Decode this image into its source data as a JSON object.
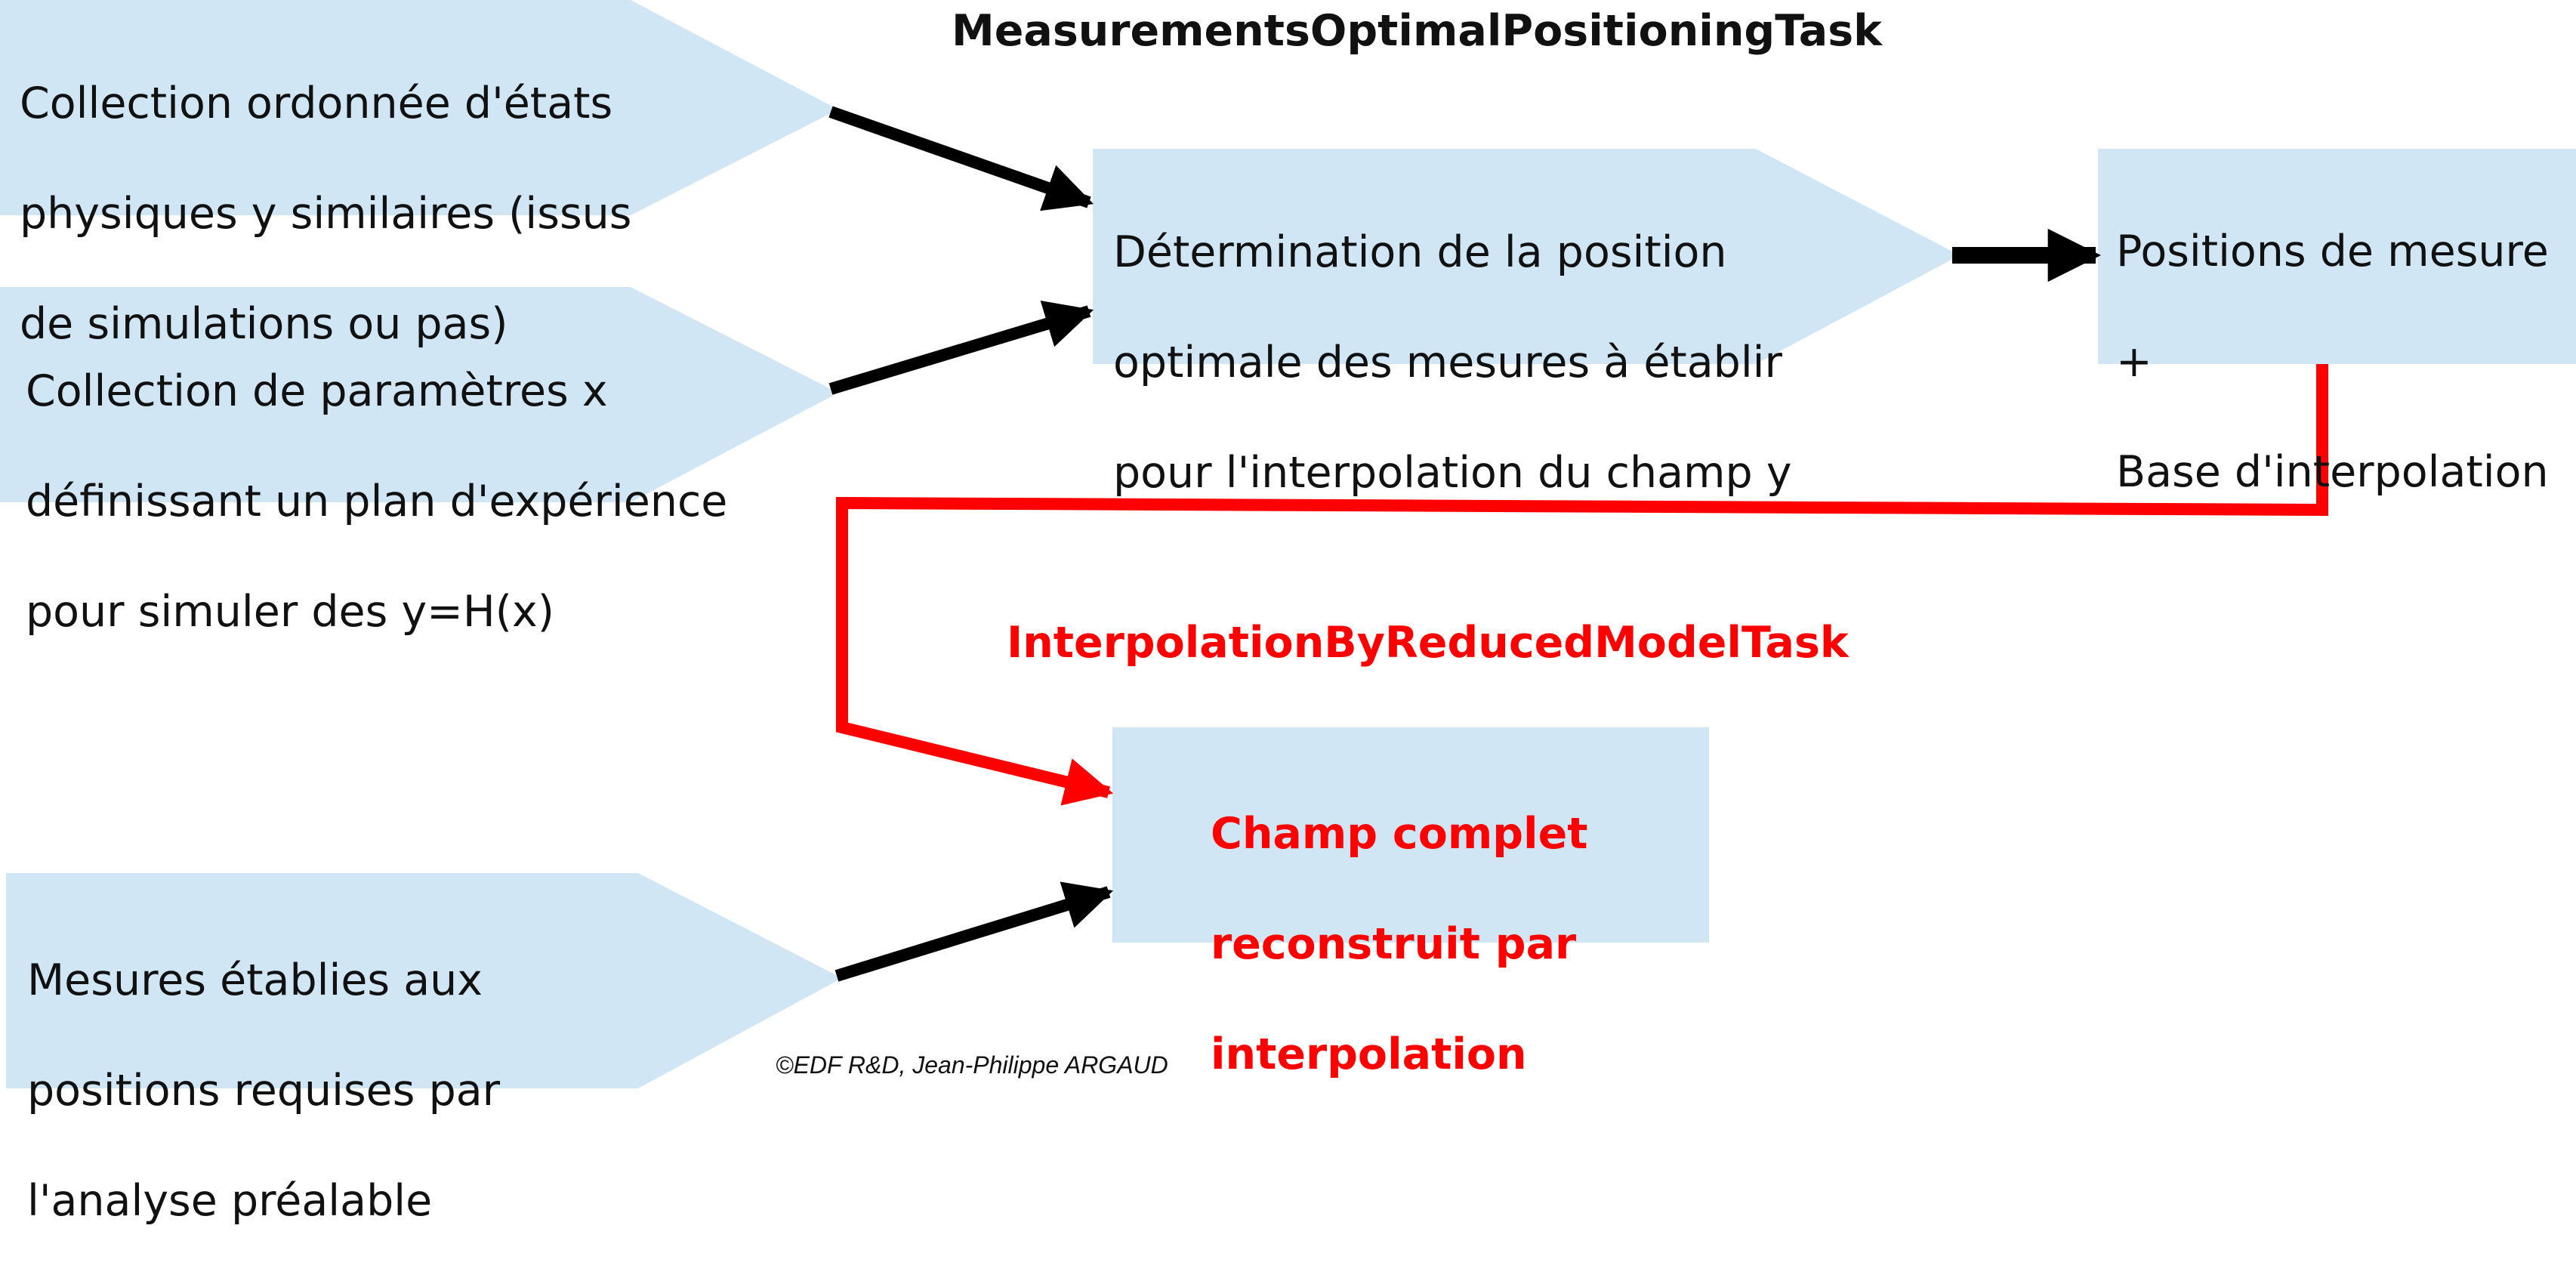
{
  "colors": {
    "box_fill": "#d0e6f4",
    "arrow_black": "#000000",
    "arrow_red": "#ff0000",
    "text": "#111111",
    "highlight_text": "#ff0000"
  },
  "tasks": {
    "measurements_title": "MeasurementsOptimalPositioningTask",
    "interpolation_title": "InterpolationByReducedModelTask"
  },
  "inputs": {
    "states": [
      "Collection ordonnée d'états",
      "physiques y similaires (issus",
      "de simulations ou pas)"
    ],
    "parameters": [
      "Collection de paramètres x",
      "définissant un plan d'expérience",
      "pour simuler des y=H(x)"
    ],
    "measures": [
      "Mesures établies aux",
      "positions requises par",
      "l'analyse préalable"
    ]
  },
  "process": {
    "determination": [
      "Détermination de la position",
      "optimale des mesures à établir",
      "pour l'interpolation du champ y"
    ]
  },
  "outputs": {
    "positions": [
      "Positions de mesure",
      "+",
      "Base d'interpolation"
    ],
    "field": [
      "Champ complet",
      "reconstruit par",
      "interpolation"
    ]
  },
  "credit": "©EDF R&D, Jean-Philippe ARGAUD"
}
